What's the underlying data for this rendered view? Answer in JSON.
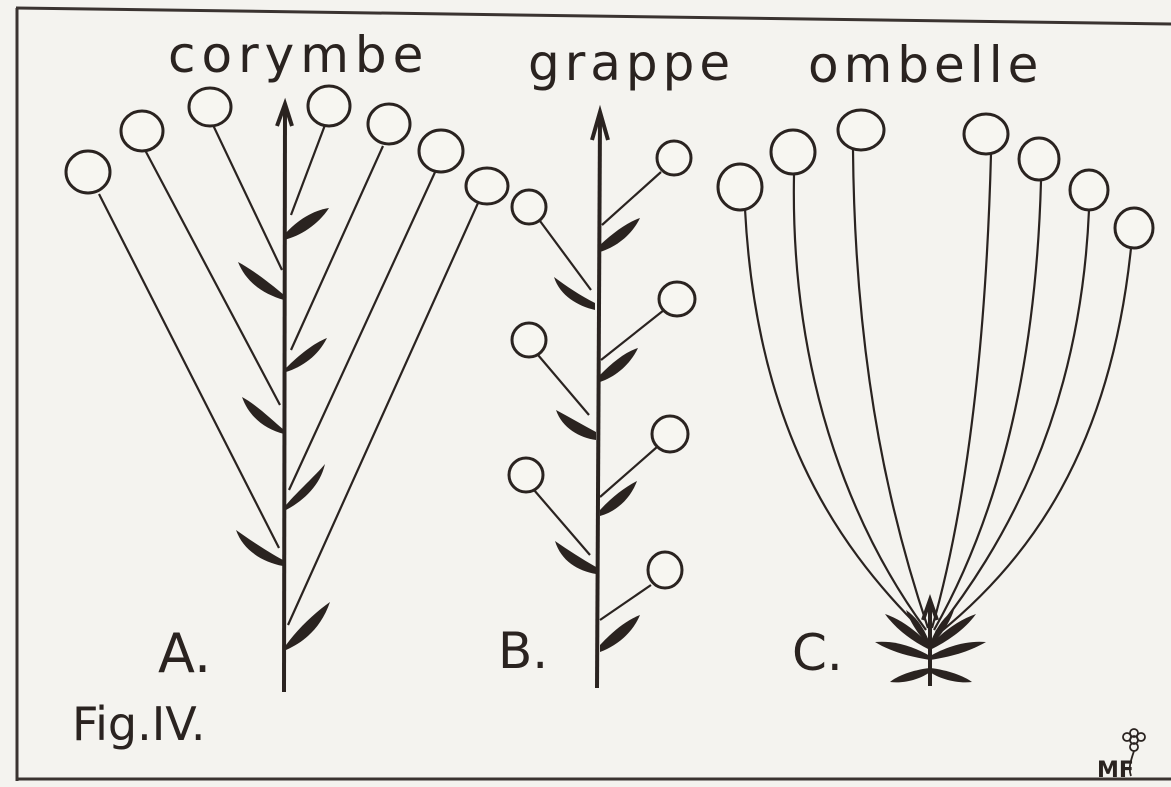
{
  "panels": [
    {
      "title": "corymbe",
      "letter": "A."
    },
    {
      "title": "grappe",
      "letter": "B."
    },
    {
      "title": "ombelle",
      "letter": "C."
    }
  ],
  "figure_label": "Fig.IV.",
  "signature": "MF",
  "colors": {
    "paper": "#f4f3ef",
    "ink": "#2a2320",
    "frame": "#3a3330",
    "flower_fill": "#f7f6f1"
  }
}
